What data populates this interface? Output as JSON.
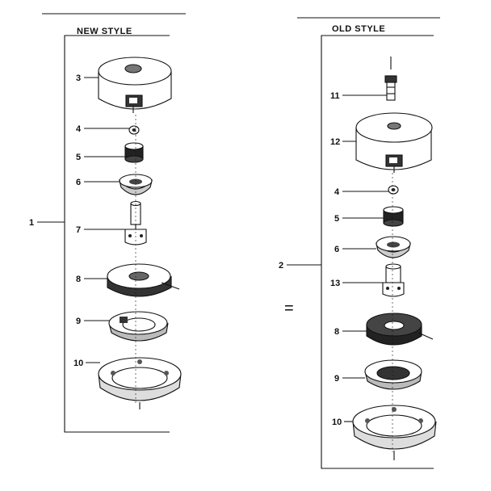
{
  "diagram": {
    "headings": {
      "new": "NEW STYLE",
      "old": "OLD STYLE"
    },
    "assemblies": {
      "new": "1",
      "old": "2"
    },
    "separator": "=",
    "new_style_callouts": [
      "3",
      "4",
      "5",
      "6",
      "7",
      "8",
      "9",
      "10"
    ],
    "old_style_callouts": [
      "11",
      "12",
      "4",
      "5",
      "6",
      "13",
      "8",
      "9",
      "10"
    ]
  }
}
